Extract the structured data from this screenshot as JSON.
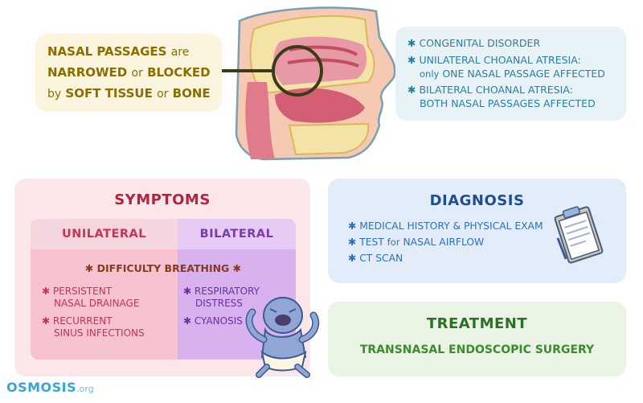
{
  "callout": {
    "line1_a": "NASAL PASSAGES",
    "line1_b": "are",
    "line2_a": "NARROWED",
    "line2_b": "or",
    "line2_c": "BLOCKED",
    "line3_a": "by",
    "line3_b": "SOFT TISSUE",
    "line3_c": "or",
    "line3_d": "BONE"
  },
  "info": {
    "item1": "CONGENITAL DISORDER",
    "item2": "UNILATERAL CHOANAL ATRESIA:",
    "item2_sub_a": "only",
    "item2_sub_b": "ONE NASAL PASSAGE AFFECTED",
    "item3": "BILATERAL CHOANAL ATRESIA:",
    "item3_sub": "BOTH NASAL PASSAGES AFFECTED"
  },
  "symptoms": {
    "title": "SYMPTOMS",
    "unilateral": "UNILATERAL",
    "bilateral": "BILATERAL",
    "shared": "DIFFICULTY BREATHING",
    "uni_item1_a": "PERSISTENT",
    "uni_item1_b": "NASAL DRAINAGE",
    "uni_item2_a": "RECURRENT",
    "uni_item2_b": "SINUS INFECTIONS",
    "bi_item1_a": "RESPIRATORY",
    "bi_item1_b": "DISTRESS",
    "bi_item2": "CYANOSIS"
  },
  "diagnosis": {
    "title": "DIAGNOSIS",
    "item1": "MEDICAL HISTORY & PHYSICAL EXAM",
    "item2_a": "TEST",
    "item2_b": "for",
    "item2_c": "NASAL AIRFLOW",
    "item3": "CT SCAN"
  },
  "treatment": {
    "title": "TREATMENT",
    "text": "TRANSNASAL ENDOSCOPIC SURGERY"
  },
  "logo": {
    "name": "OSMOSIS",
    "suffix": ".org"
  },
  "icons": {
    "bullet": "asterisk",
    "anatomy": "nasal-cavity-cross-section",
    "clipboard": "clipboard-icon",
    "baby": "crying-baby-illustration"
  },
  "colors": {
    "callout_bg": "#fbf4df",
    "info_bg": "#e8f3f8",
    "symptoms_bg": "#fbe6ea",
    "diagnosis_bg": "#e3edf9",
    "treatment_bg": "#e9f4e4"
  }
}
